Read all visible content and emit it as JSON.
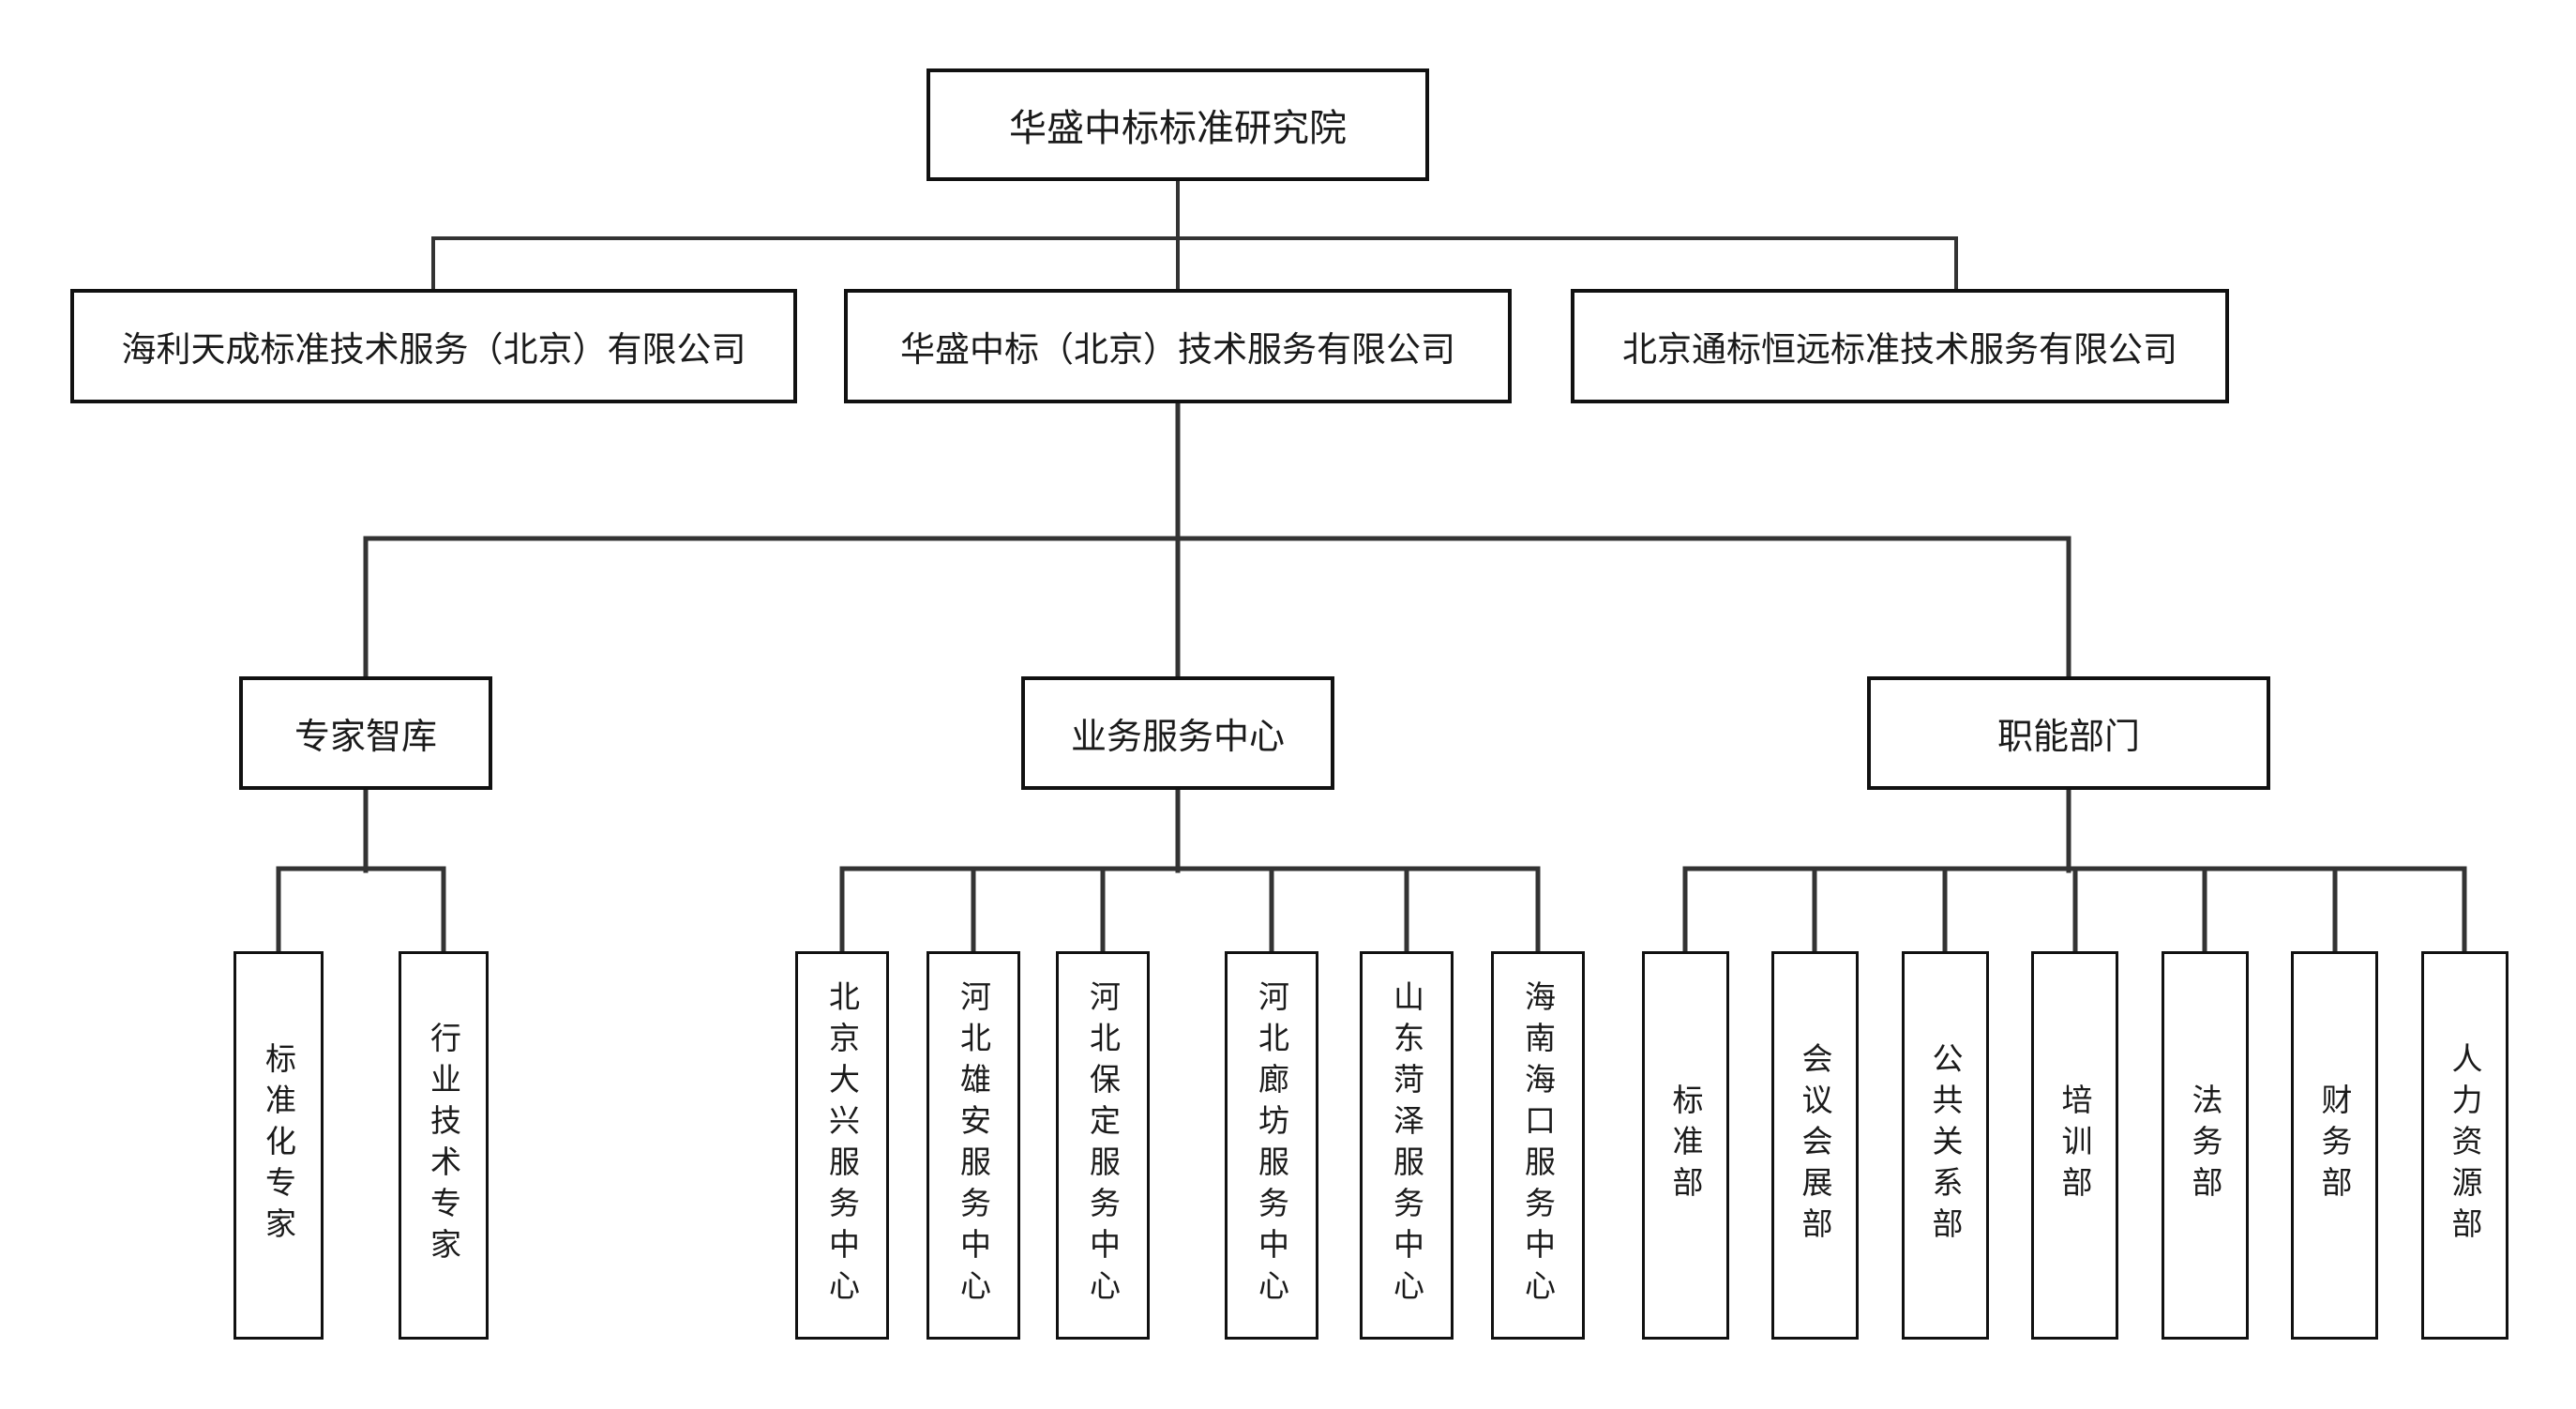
{
  "org": {
    "root": {
      "label": "华盛中标标准研究院"
    },
    "subsidiaries": [
      {
        "label": "海利天成标准技术服务（北京）有限公司"
      },
      {
        "label": "华盛中标（北京）技术服务有限公司"
      },
      {
        "label": "北京通标恒远标准技术服务有限公司"
      }
    ],
    "divisions": [
      {
        "label": "专家智库"
      },
      {
        "label": "业务服务中心"
      },
      {
        "label": "职能部门"
      }
    ],
    "experts": [
      "标准化专家",
      "行业技术专家"
    ],
    "service_centers": [
      "北京大兴服务中心",
      "河北雄安服务中心",
      "河北保定服务中心",
      "河北廊坊服务中心",
      "山东菏泽服务中心",
      "海南海口服务中心"
    ],
    "departments": [
      "标准部",
      "会议会展部",
      "公共关系部",
      "培训部",
      "法务部",
      "财务部",
      "人力资源部"
    ]
  },
  "colors": {
    "background": "#ffffff",
    "box_border": "#111111",
    "text": "#1a1a1a",
    "connector": "#333333"
  }
}
